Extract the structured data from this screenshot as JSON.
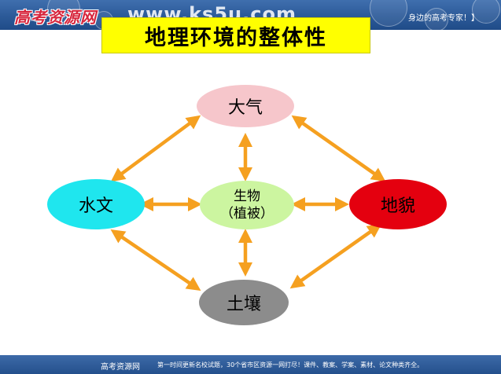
{
  "header": {
    "logo_text": "高考资源网",
    "url_text": "www.ks5u.com",
    "tagline": "身边的高考专家！】"
  },
  "title": "地理环境的整体性",
  "nodes": {
    "atmosphere": {
      "label": "大气",
      "color": "#f6c6cb"
    },
    "hydrology": {
      "label": "水文",
      "color": "#1fe6ee"
    },
    "biology": {
      "label": "生物",
      "sublabel": "（植被）",
      "color": "#ccf5a0"
    },
    "landform": {
      "label": "地貌",
      "color": "#e4000f"
    },
    "soil": {
      "label": "土壤",
      "color": "#8c8c8c"
    }
  },
  "arrow_color": "#f5a020",
  "footer": {
    "name": "高考资源网",
    "notice": "第一时间更新名校试题，30个省市区资源一网打尽！课件、教案、学案、素材、论文种类齐全。"
  }
}
